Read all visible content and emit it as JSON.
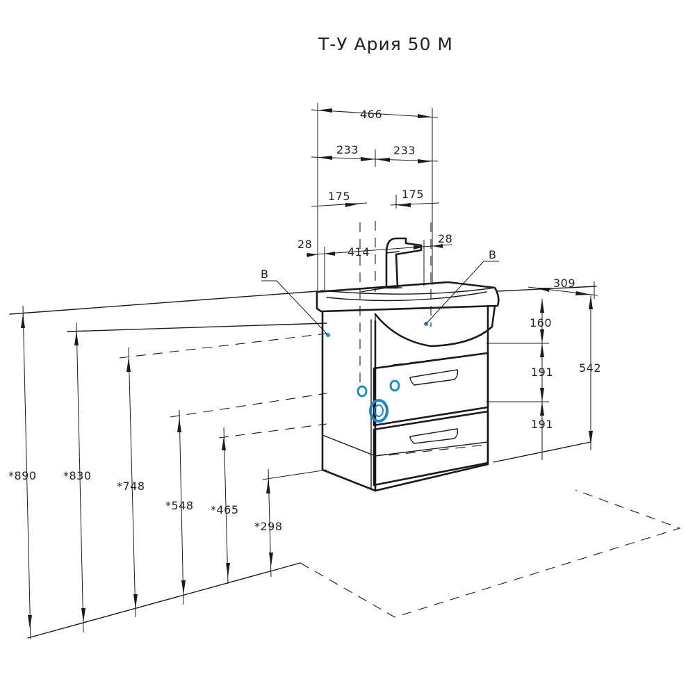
{
  "title": "Т-У Ария 50 М",
  "colors": {
    "line": "#1a1a1a",
    "water_point": "#1e8fc6",
    "drain": "#1f86c2"
  },
  "dimensions": {
    "total_width": "466",
    "half_left": "233",
    "half_right": "233",
    "hole_left": "175",
    "hole_right": "175",
    "inner_width": "414",
    "offset_left": "28",
    "offset_right": "28",
    "depth": "309",
    "top_section": "160",
    "drawer_upper": "191",
    "drawer_lower": "191",
    "total_height": "542",
    "floor_890": "*890",
    "floor_830": "*830",
    "floor_748": "*748",
    "floor_548": "*548",
    "floor_465": "*465",
    "floor_298": "*298"
  },
  "callouts": {
    "left": "B",
    "right": "B"
  }
}
